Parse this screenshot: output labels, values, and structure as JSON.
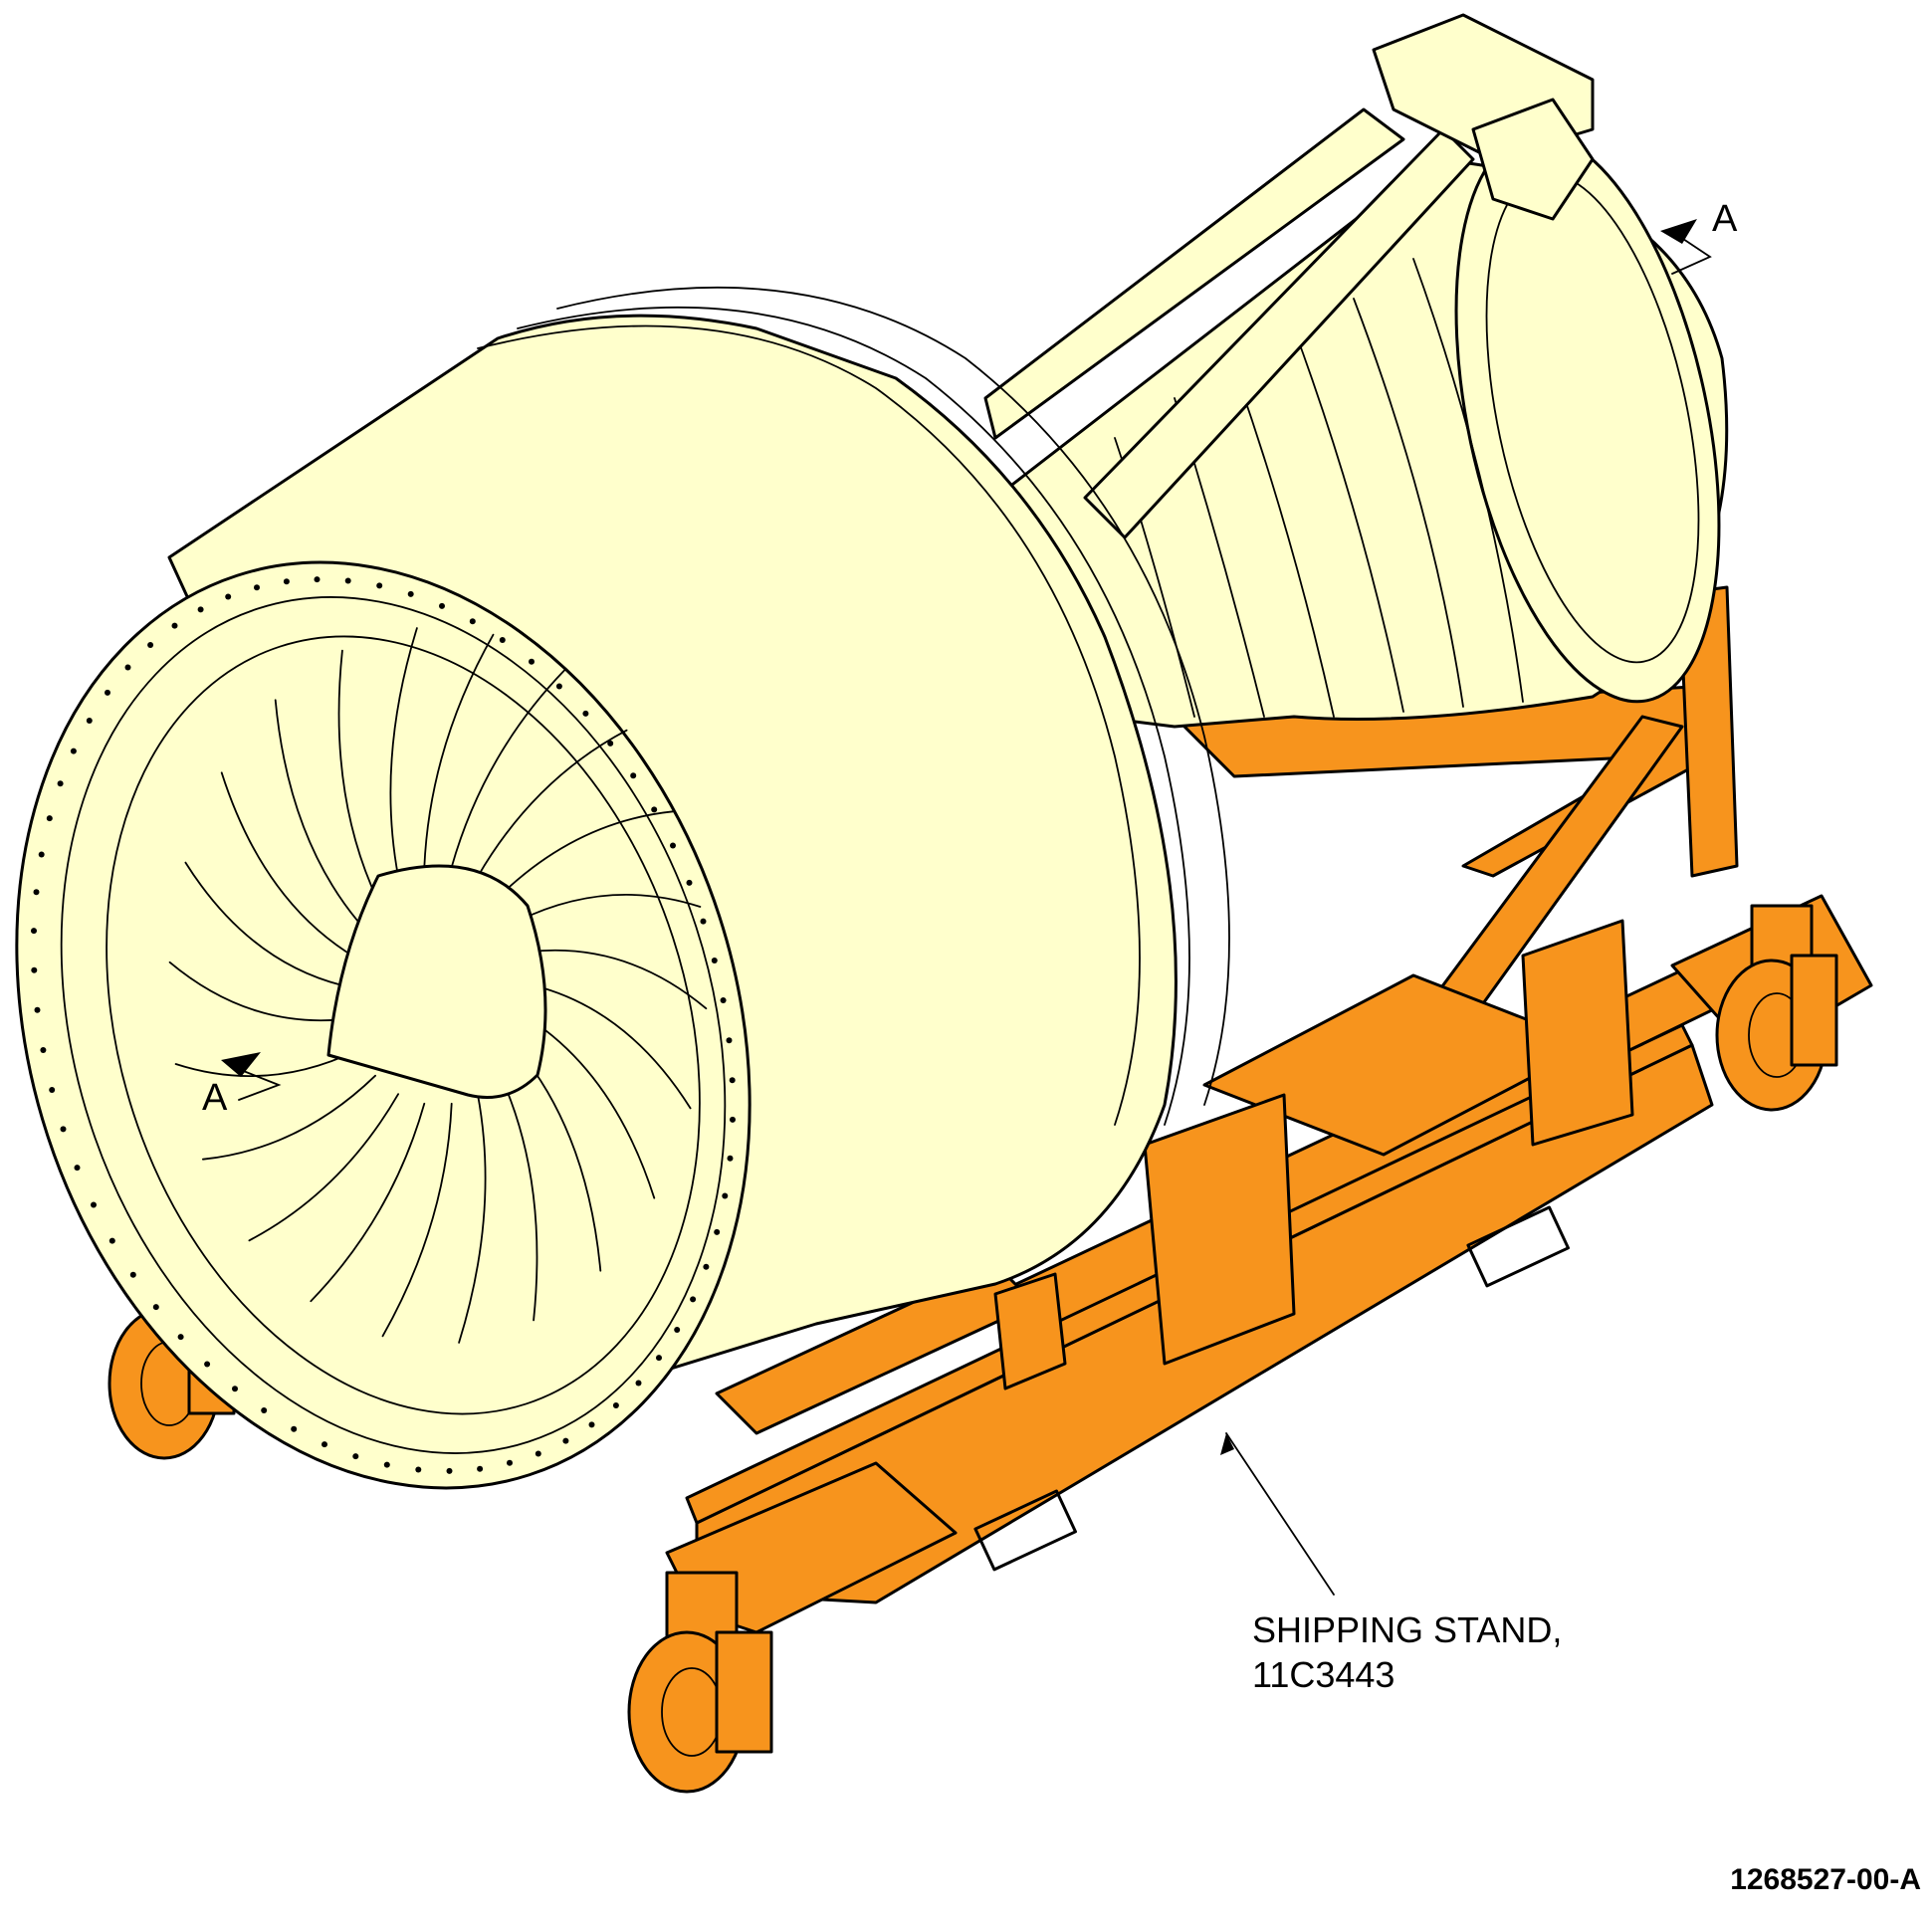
{
  "section_marker_top": "A",
  "section_marker_left": "A",
  "callout": {
    "line1": "SHIPPING STAND,",
    "line2": "11C3443"
  },
  "figure_number": "1268527-00-A",
  "colors": {
    "engine": "#ffffcc",
    "stand": "#f7941d",
    "ink": "#000000"
  }
}
